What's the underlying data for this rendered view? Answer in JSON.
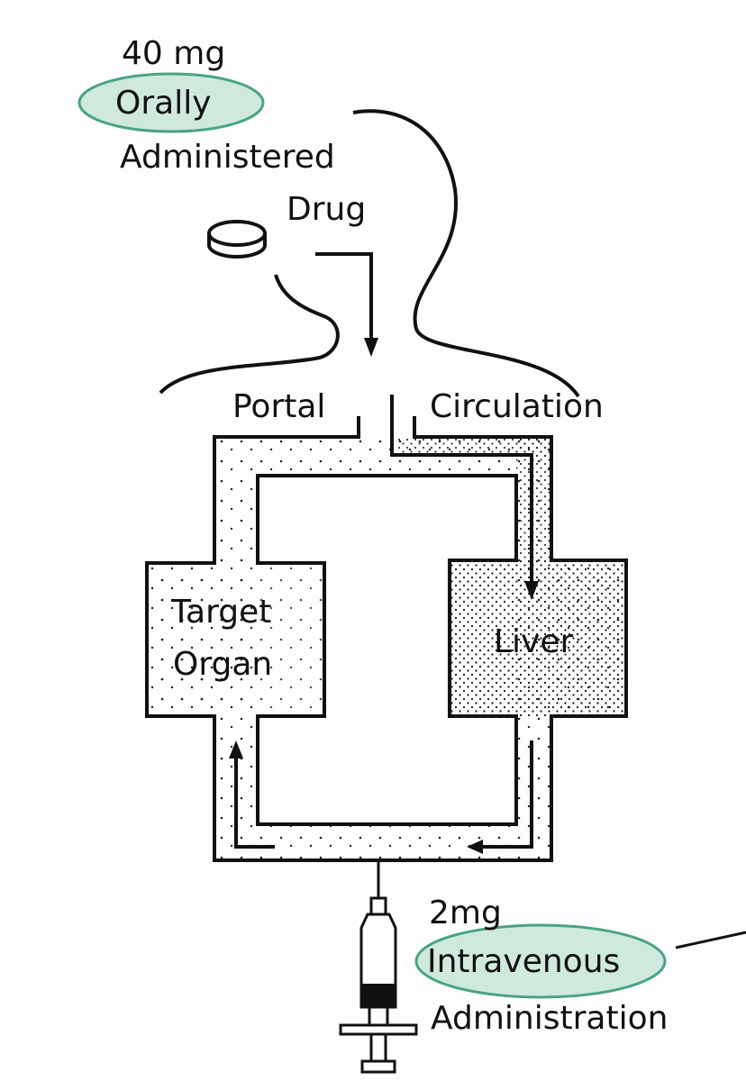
{
  "oral": {
    "dose": "40 mg",
    "route": "Orally",
    "line1": "Administered",
    "line2": "Drug"
  },
  "portal": {
    "left": "Portal",
    "right": "Circulation"
  },
  "organs": {
    "target_line1": "Target",
    "target_line2": "Organ",
    "liver": "Liver"
  },
  "iv": {
    "dose": "2mg",
    "route": "Intravenous",
    "line": "Administration"
  },
  "colors": {
    "highlight_fill": "#cfe9dd",
    "highlight_stroke": "#4aa383",
    "ink": "#111111"
  }
}
